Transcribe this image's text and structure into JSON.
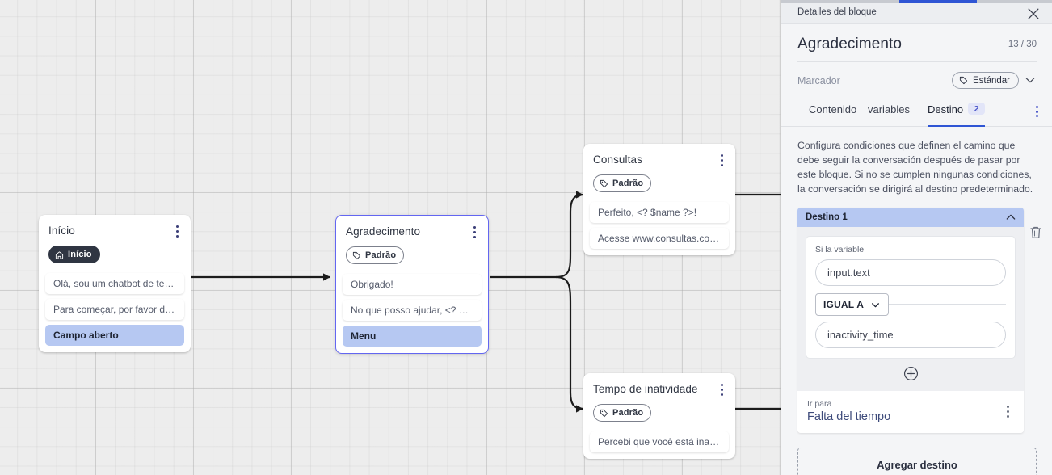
{
  "canvas": {
    "nodes": [
      {
        "id": "inicio",
        "title": "Início",
        "tag": "Início",
        "tag_style": "dark",
        "tag_icon": "home-icon",
        "messages": [
          {
            "text": "Olá, sou um chatbot de teste!",
            "highlight": false
          },
          {
            "text": "Para começar, por favor digite o ...",
            "highlight": false
          },
          {
            "text": "Campo aberto",
            "highlight": true
          }
        ]
      },
      {
        "id": "agradecimento",
        "title": "Agradecimento",
        "tag": "Padrão",
        "tag_style": "outline",
        "tag_icon": "tag-icon",
        "selected": true,
        "messages": [
          {
            "text": "Obrigado!",
            "highlight": false
          },
          {
            "text": "No que posso ajudar, <? $name ...",
            "highlight": false
          },
          {
            "text": "Menu",
            "highlight": true
          }
        ]
      },
      {
        "id": "consultas",
        "title": "Consultas",
        "tag": "Padrão",
        "tag_style": "outline",
        "tag_icon": "tag-icon",
        "messages": [
          {
            "text": "Perfeito, <? $name ?>!",
            "highlight": false
          },
          {
            "text": "Acesse www.consultas.com par...",
            "highlight": false
          }
        ]
      },
      {
        "id": "tempo",
        "title": "Tempo de inatividade",
        "tag": "Padrão",
        "tag_style": "outline",
        "tag_icon": "tag-icon",
        "messages": [
          {
            "text": "Percebi que você está inativo. C...",
            "highlight": false
          }
        ]
      }
    ]
  },
  "panel": {
    "header_label": "Detalles del bloque",
    "close_icon": "close-icon",
    "title": "Agradecimento",
    "counter": "13 / 30",
    "marker_label": "Marcador",
    "marker_value": "Estándar",
    "marker_icon": "tag-icon",
    "marker_caret_icon": "chevron-down-icon",
    "tabs": [
      {
        "label": "Contenido",
        "badge": "",
        "active": false
      },
      {
        "label": "variables",
        "badge": "",
        "active": false
      },
      {
        "label": "Destino",
        "badge": "2",
        "active": true
      }
    ],
    "tabs_overflow_icon": "kebab-vertical-icon",
    "description": "Configura condiciones que definen el camino que debe seguir la conversación después de pasar por este bloque. Si no se cumplen ningunas condiciones, la conversación se dirigirá al destino predeterminado.",
    "destination": {
      "header": "Destino 1",
      "collapse_icon": "chevron-up-icon",
      "delete_icon": "trash-icon",
      "condition_label": "Si la variable",
      "variable_value": "input.text",
      "operator": "IGUAL A",
      "operator_caret_icon": "chevron-down-icon",
      "compare_value": "inactivity_time",
      "add_condition_icon": "plus-circle-icon",
      "goto_label": "Ir para",
      "goto_value": "Falta del tiempo",
      "goto_menu_icon": "kebab-vertical-icon"
    },
    "add_destination_label": "Agregar destino"
  },
  "colors": {
    "accent": "#2f55d4",
    "highlight": "#b6c8f2",
    "canvas": "#ededed",
    "panel_bg": "#f4f5f7"
  }
}
